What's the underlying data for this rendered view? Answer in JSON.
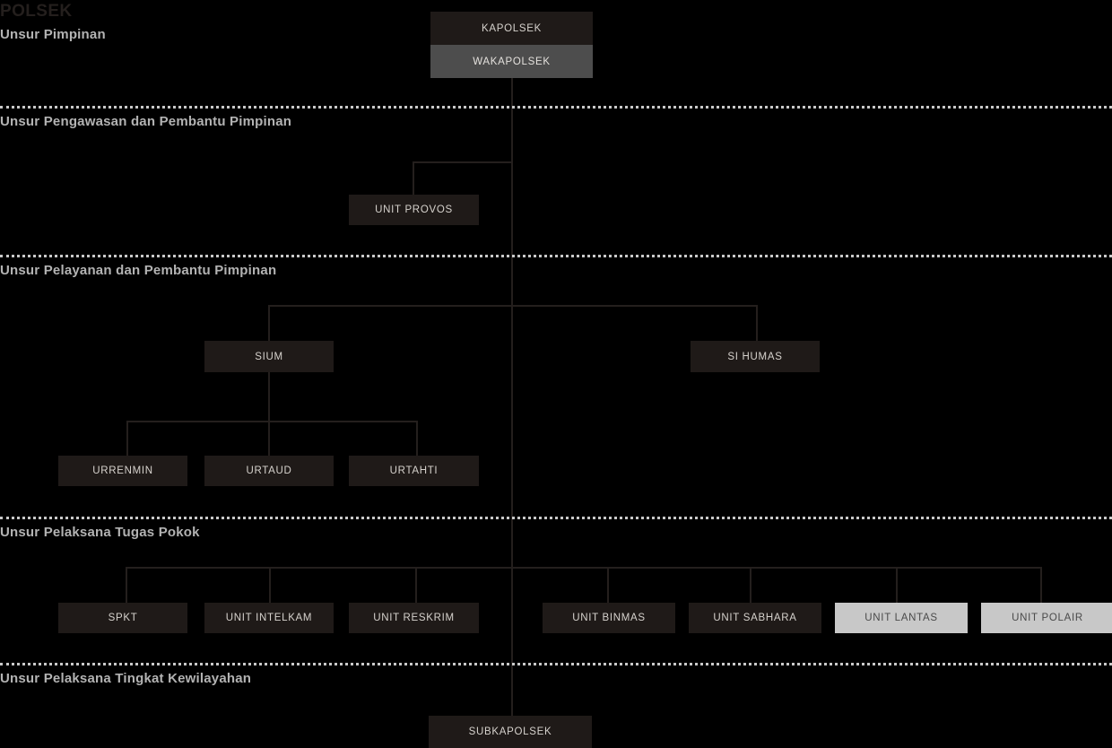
{
  "title": "POLSEK",
  "colors": {
    "background": "#000000",
    "node_dark": "#1f1a18",
    "node_mid": "#4d4d4d",
    "node_light": "#c8c8c8",
    "connector": "#241f1d",
    "divider": "#c9c9c9",
    "section_label": "#b3b3b3",
    "title": "#241f1d"
  },
  "sections": [
    {
      "label": "Unsur Pimpinan"
    },
    {
      "label": "Unsur Pengawasan dan Pembantu Pimpinan"
    },
    {
      "label": "Unsur Pelayanan dan Pembantu Pimpinan"
    },
    {
      "label": "Unsur Pelaksana Tugas Pokok"
    },
    {
      "label": "Unsur Pelaksana Tingkat Kewilayahan"
    }
  ],
  "nodes": {
    "kapolsek": "KAPOLSEK",
    "wakapolsek": "WAKAPOLSEK",
    "unit_provos": "UNIT PROVOS",
    "sium": "SIUM",
    "si_humas": "SI HUMAS",
    "urrenmin": "URRENMIN",
    "urtaud": "URTAUD",
    "urtahti": "URTAHTI",
    "spkt": "SPKT",
    "unit_intelkam": "UNIT INTELKAM",
    "unit_reskrim": "UNIT RESKRIM",
    "unit_binmas": "UNIT BINMAS",
    "unit_sabhara": "UNIT SABHARA",
    "unit_lantas": "UNIT LANTAS",
    "unit_polair": "UNIT POLAIR",
    "subkapolsek": "SUBKAPOLSEK"
  }
}
